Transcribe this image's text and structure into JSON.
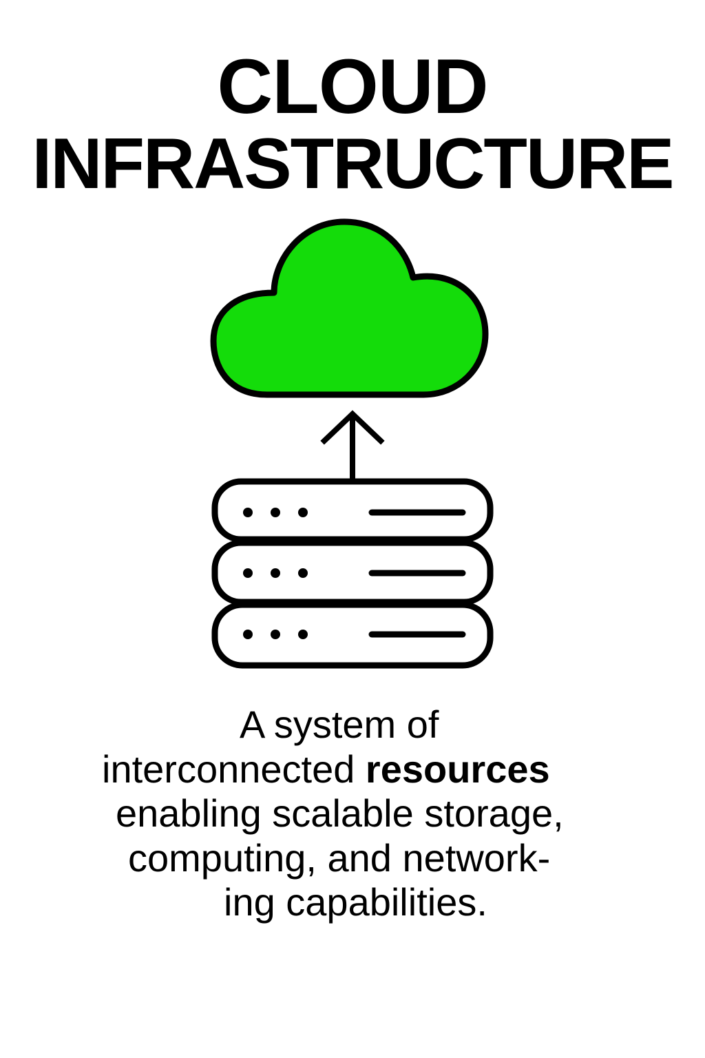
{
  "title": {
    "line1": "CLOUD",
    "line2": "INFRASTRUCTURE"
  },
  "colors": {
    "cloud_fill": "#14DC0A",
    "stroke": "#000000"
  },
  "icons": [
    "cloud-icon",
    "arrow-up-icon",
    "server-stack-icon"
  ],
  "description": {
    "line1": "A system of",
    "line2_a": "interconnected ",
    "line2_b": "resources",
    "line3": "enabling scalable storage,",
    "line4": "computing, and network-",
    "line5": "ing capabilities."
  }
}
